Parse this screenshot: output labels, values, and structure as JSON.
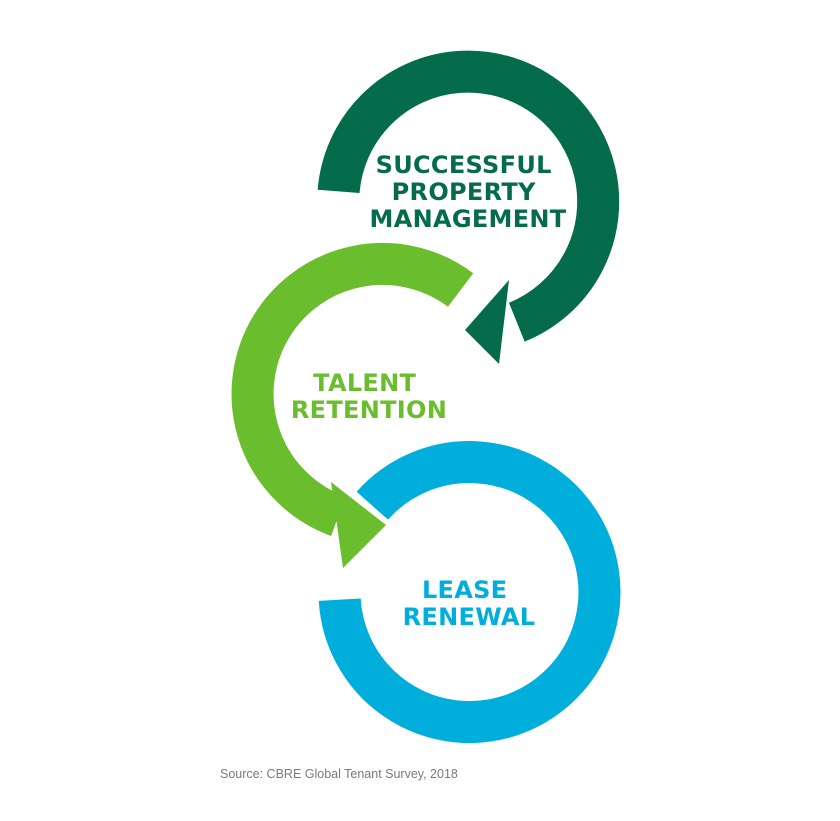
{
  "colors": {
    "dark_green": "#046b4b",
    "light_green": "#6abd2c",
    "blue": "#00aedc"
  },
  "cycle": {
    "top": {
      "line1": "SUCCESSFUL",
      "line2": "PROPERTY",
      "line3": "MANAGEMENT"
    },
    "middle": {
      "line1": "TALENT",
      "line2": "RETENTION"
    },
    "bottom": {
      "line1": "LEASE",
      "line2": "RENEWAL"
    }
  },
  "source": "Source: CBRE Global Tenant Survey, 2018"
}
